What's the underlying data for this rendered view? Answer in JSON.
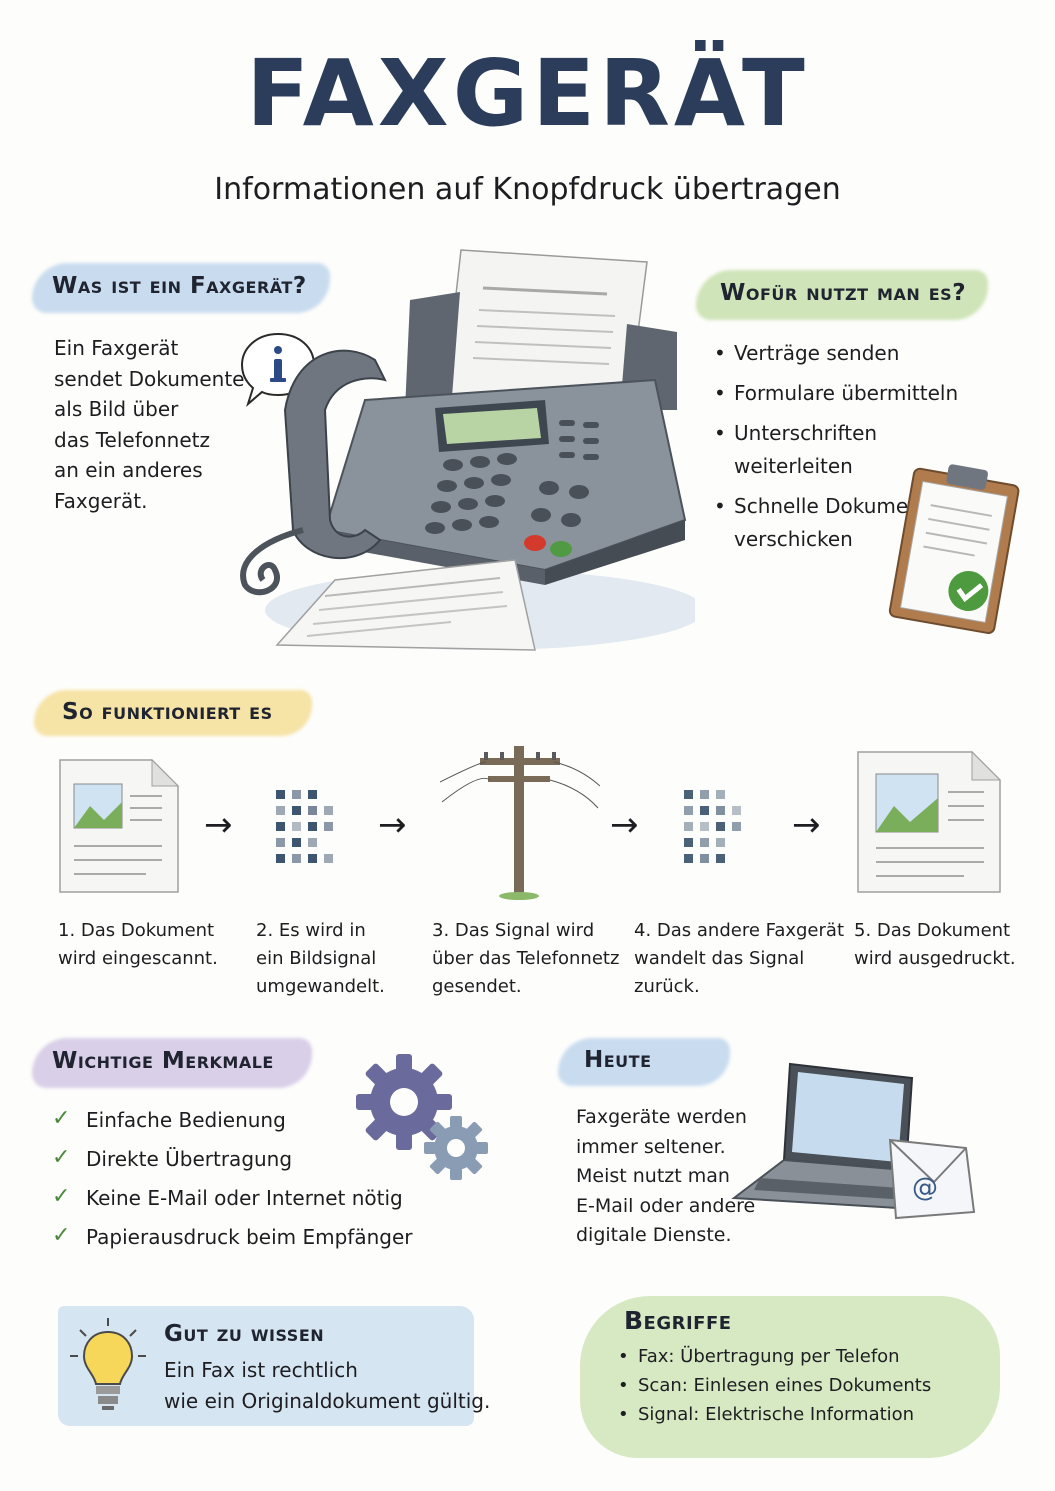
{
  "title": "FAXGERÄT",
  "subtitle": "Informationen auf Knopfdruck übertragen",
  "what": {
    "heading": "Was ist ein Faxgerät?",
    "lines": [
      "Ein Faxgerät",
      "sendet Dokumente",
      "als Bild über",
      "das Telefonnetz",
      "an ein anderes",
      "Faxgerät."
    ],
    "icon": "info-bubble-icon"
  },
  "use": {
    "heading": "Wofür nutzt man es?",
    "items": [
      [
        "Verträge senden"
      ],
      [
        "Formulare übermitteln"
      ],
      [
        "Unterschriften",
        "weiterleiten"
      ],
      [
        "Schnelle Dokumente",
        "verschicken"
      ]
    ],
    "icon": "clipboard-check-icon"
  },
  "how": {
    "heading": "So funktioniert es",
    "steps": [
      [
        "1. Das Dokument",
        "wird eingescannt."
      ],
      [
        "2. Es wird in",
        "ein Bildsignal",
        "umgewandelt."
      ],
      [
        "3. Das Signal wird",
        "über das Telefonnetz",
        "gesendet."
      ],
      [
        "4. Das andere Faxgerät",
        "wandelt das Signal",
        "zurück."
      ],
      [
        "5. Das Dokument",
        "wird ausgedruckt."
      ]
    ],
    "arrow": "→"
  },
  "features": {
    "heading": "Wichtige Merkmale",
    "items": [
      "Einfache Bedienung",
      "Direkte Übertragung",
      "Keine E-Mail oder Internet nötig",
      "Papierausdruck beim Empfänger"
    ],
    "check": "✓",
    "icon": "gears-icon"
  },
  "today": {
    "heading": "Heute",
    "lines": [
      "Faxgeräte werden",
      "immer seltener.",
      "Meist nutzt man",
      "E-Mail oder andere",
      "digitale Dienste."
    ],
    "icon": "laptop-email-icon"
  },
  "tip": {
    "heading": "Gut zu wissen",
    "lines": [
      "Ein Fax ist rechtlich",
      "wie ein Originaldokument gültig."
    ],
    "icon": "lightbulb-icon"
  },
  "terms": {
    "heading": "Begriffe",
    "items": [
      "Fax: Übertragung per Telefon",
      "Scan: Einlesen eines Dokuments",
      "Signal: Elektrische Information"
    ]
  },
  "colors": {
    "title": "#2c3d5c",
    "wash_blue": "#c9dcef",
    "wash_green": "#cfe4b8",
    "wash_yellow": "#f6e3a6",
    "wash_purple": "#d9cfe8",
    "check_green": "#4a8a3a"
  }
}
